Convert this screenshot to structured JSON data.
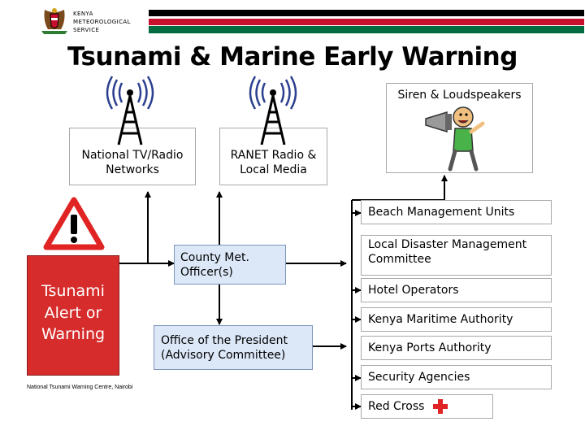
{
  "header": {
    "org_name": [
      "KENYA",
      "METEOROLOGICAL",
      "SERVICE"
    ],
    "flag_colors": [
      "#000000",
      "#c8102e",
      "#006b3f"
    ]
  },
  "title": "Tsunami & Marine Early Warning",
  "icons": {
    "radio_towers": "radio-tower-icon",
    "warning": "warning-triangle-icon",
    "siren": "megaphone-person-icon",
    "red_cross": "red-cross-icon",
    "coat_of_arms": "coat-of-arms-icon"
  },
  "nodes": {
    "national_tv": "National TV/Radio Networks",
    "ranet": "RANET Radio & Local Media",
    "siren": "Siren & Loudspeakers",
    "alert": "Tsunami Alert or Warning",
    "county": "County Met. Officer(s)",
    "president": "Office of the President (Advisory Committee)"
  },
  "recipients": [
    "Beach Management Units",
    "Local Disaster Management Committee",
    "Hotel Operators",
    "Kenya Maritime Authority",
    "Kenya Ports Authority",
    "Security Agencies",
    "Red Cross"
  ],
  "footnote": "National Tsunami Warning Centre, Nairobi",
  "colors": {
    "alert_red": "#d62c2c",
    "box_blue": "#dce8f8",
    "cross_red": "#e02424"
  }
}
